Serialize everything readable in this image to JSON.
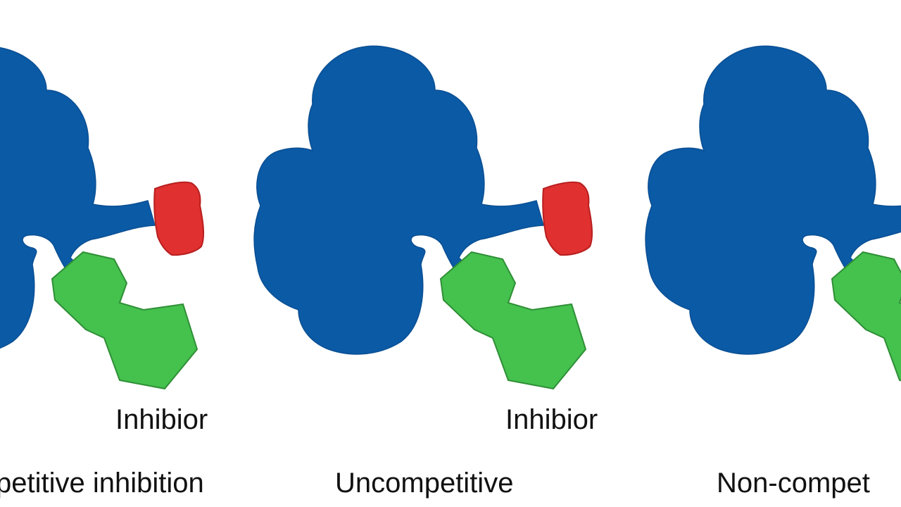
{
  "colors": {
    "enzyme": "#0b5aa6",
    "enzyme_stroke": "#0a4f93",
    "inhibitor": "#e03030",
    "inhibitor_stroke": "#b81f1f",
    "substrate": "#45c14e",
    "substrate_stroke": "#2f8f36",
    "background": "#ffffff",
    "text": "#111111"
  },
  "panels": [
    {
      "title": "petitive inhibition",
      "inhibitor_label": "Inhibior"
    },
    {
      "title": "Uncompetitive",
      "inhibitor_label": "Inhibior"
    },
    {
      "title": "Non-compet",
      "inhibitor_label": ""
    }
  ]
}
